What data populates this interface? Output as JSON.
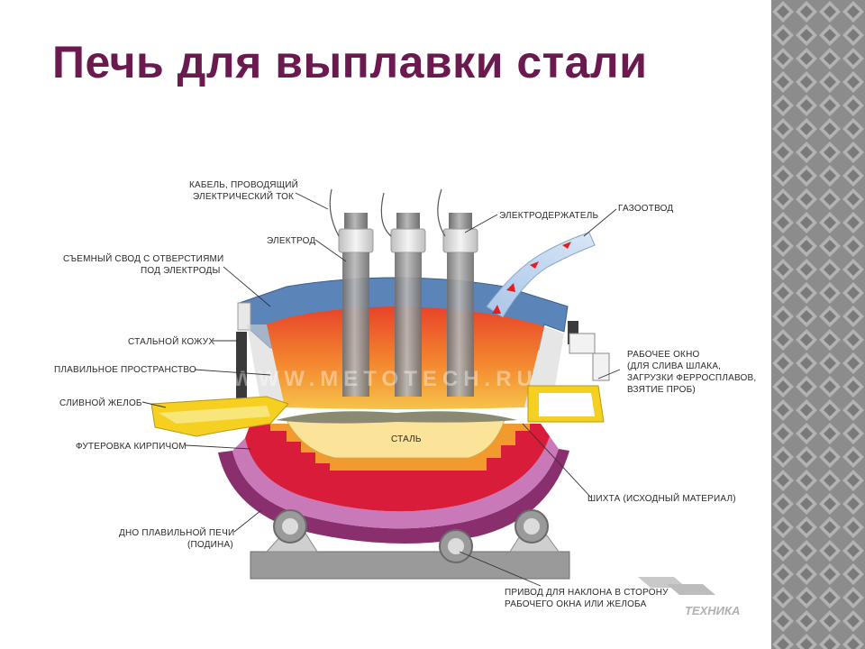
{
  "title": "Печь для выплавки стали",
  "labels": {
    "cable_1": "КАБЕЛЬ, ПРОВОДЯЩИЙ",
    "cable_2": "ЭЛЕКТРИЧЕСКИЙ ТОК",
    "electrode_holder": "ЭЛЕКТРОДЕРЖАТЕЛЬ",
    "gas_outlet": "ГАЗООТВОД",
    "electrode": "ЭЛЕКТРОД",
    "roof_1": "СЪЕМНЫЙ СВОД С ОТВЕРСТИЯМИ",
    "roof_2": "ПОД ЭЛЕКТРОДЫ",
    "steel_shell": "СТАЛЬНОЙ КОЖУХ",
    "melting_space": "ПЛАВИЛЬНОЕ ПРОСТРАНСТВО",
    "spout": "СЛИВНОЙ ЖЕЛОБ",
    "brick_lining": "ФУТЕРОВКА КИРПИЧОМ",
    "hearth_1": "ДНО ПЛАВИЛЬНОЙ ПЕЧИ",
    "hearth_2": "(ПОДИНА)",
    "work_window_1": "РАБОЧЕЕ ОКНО",
    "work_window_2": "(ДЛЯ СЛИВА ШЛАКА,",
    "work_window_3": "ЗАГРУЗКИ ФЕРРОСПЛАВОВ,",
    "work_window_4": "ВЗЯТИЕ ПРОБ)",
    "charge": "ШИХТА (ИСХОДНЫЙ МАТЕРИАЛ)",
    "steel": "СТАЛЬ",
    "tilt_drive_1": "ПРИВОД ДЛЯ НАКЛОНА В СТОРОНУ",
    "tilt_drive_2": "РАБОЧЕГО ОКНА ИЛИ ЖЕЛОБА"
  },
  "watermark": "WWW.METOTECH.RU",
  "logo_text": "ТЕХНИКА",
  "colors": {
    "title": "#6a1a4e",
    "roof": "#5b84b8",
    "flame_top": "#e8432a",
    "flame_bottom": "#f6c24a",
    "steel": "#fbe39a",
    "lining": "#d81c3a",
    "hearth": "#c978b8",
    "spout": "#f5d020",
    "electrode": "#8a8a8a",
    "base": "#9a9a9a"
  }
}
